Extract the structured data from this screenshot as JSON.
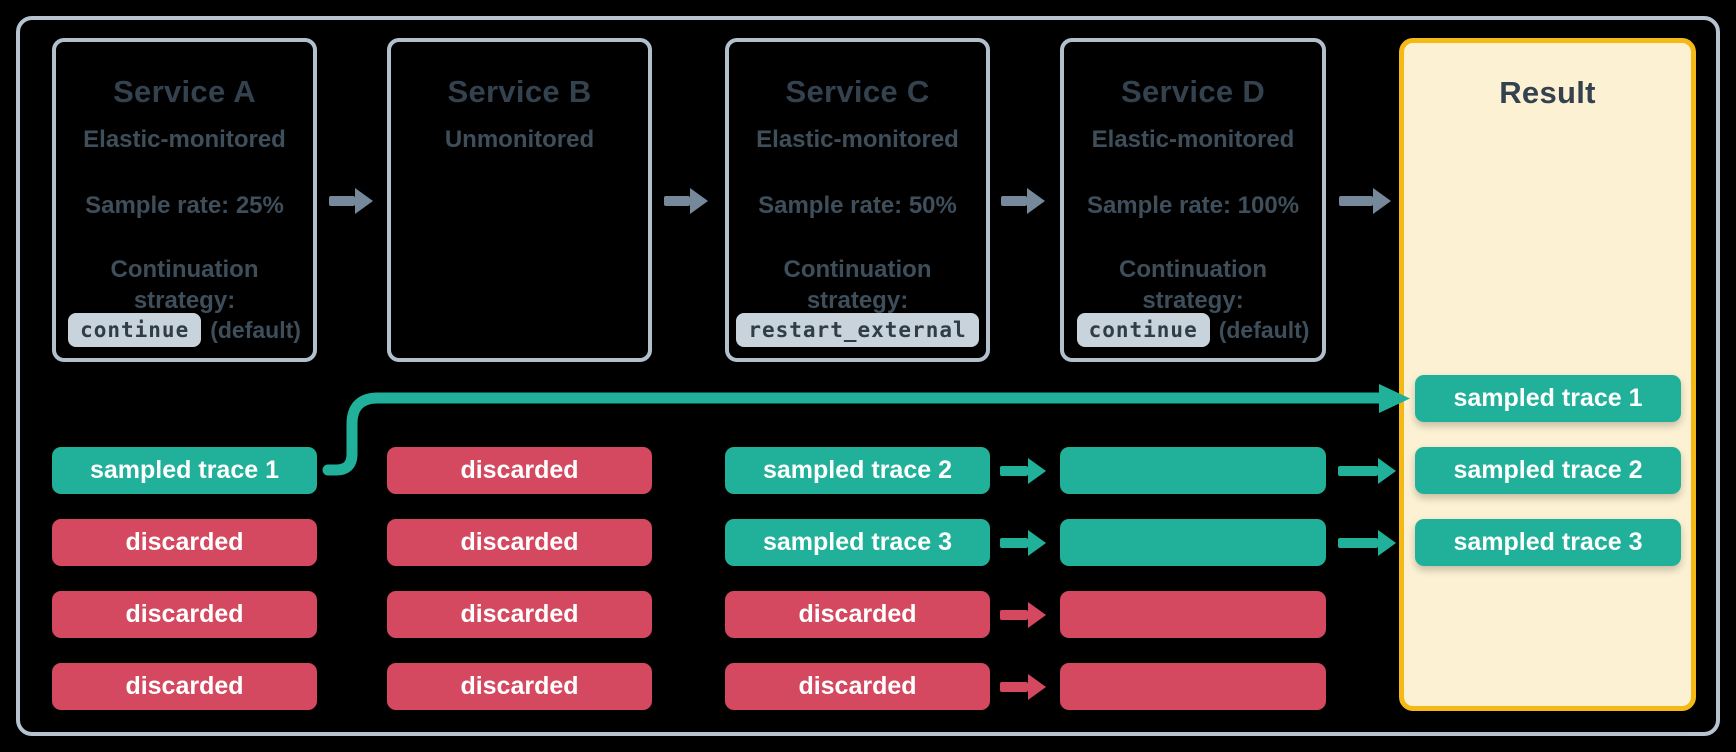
{
  "services": [
    {
      "name": "Service A",
      "monitoring": "Elastic-monitored",
      "sample_rate": "Sample rate: 25%",
      "continuation_label": "Continuation strategy:",
      "strategy_code": "continue",
      "strategy_suffix": "(default)"
    },
    {
      "name": "Service B",
      "monitoring": "Unmonitored"
    },
    {
      "name": "Service C",
      "monitoring": "Elastic-monitored",
      "sample_rate": "Sample rate: 50%",
      "continuation_label": "Continuation strategy:",
      "strategy_code": "restart_external",
      "strategy_suffix": ""
    },
    {
      "name": "Service D",
      "monitoring": "Elastic-monitored",
      "sample_rate": "Sample rate: 100%",
      "continuation_label": "Continuation strategy:",
      "strategy_code": "continue",
      "strategy_suffix": "(default)"
    }
  ],
  "result": {
    "title": "Result",
    "traces": [
      "sampled trace 1",
      "sampled trace 2",
      "sampled trace 3"
    ]
  },
  "trace_columns": {
    "service_a": [
      "sampled trace 1",
      "discarded",
      "discarded",
      "discarded"
    ],
    "service_b": [
      "discarded",
      "discarded",
      "discarded",
      "discarded"
    ],
    "service_c": [
      "sampled trace 2",
      "sampled trace 3",
      "discarded",
      "discarded"
    ],
    "service_d_status": [
      "sampled",
      "sampled",
      "discarded",
      "discarded"
    ]
  },
  "colors": {
    "teal": "#21b09a",
    "red": "#d4495f",
    "gray-arrow": "#76899b",
    "result-bg": "#fcf1d2",
    "result-border": "#f5b916",
    "chip-bg": "#c9d3db",
    "title": "#33424e",
    "body-text": "#3e4e5a",
    "box-border": "#b3c0cc",
    "container-border": "#b7c3cf",
    "bg": "#000000"
  }
}
